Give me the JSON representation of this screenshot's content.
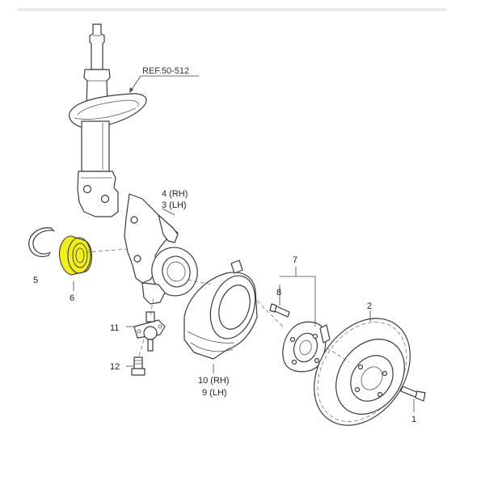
{
  "reference": "REF.50-512",
  "callouts": {
    "c1": "1",
    "c2": "2",
    "c3": "3 (LH)",
    "c4": "4 (RH)",
    "c5": "5",
    "c6": "6",
    "c7": "7",
    "c8": "8",
    "c9": "9 (LH)",
    "c10": "10 (RH)",
    "c11": "11",
    "c12": "12"
  },
  "highlight_color": "#f2ee1a"
}
